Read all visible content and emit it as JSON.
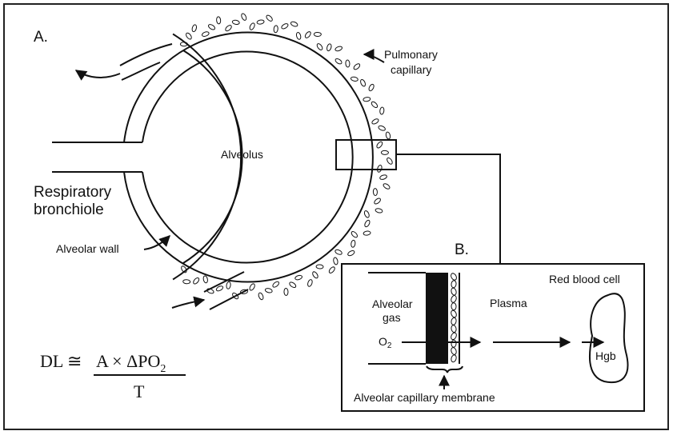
{
  "panel_a": {
    "label": "A.",
    "alveolus": "Alveolus",
    "bronchiole_line1": "Respiratory",
    "bronchiole_line2": "bronchiole",
    "capillary_line1": "Pulmonary",
    "capillary_line2": "capillary",
    "alveolar_wall": "Alveolar wall"
  },
  "panel_b": {
    "label": "B.",
    "alveolar_gas_line1": "Alveolar",
    "alveolar_gas_line2": "gas",
    "plasma": "Plasma",
    "red_blood_cell": "Red blood cell",
    "o2": "O",
    "o2_sub": "2",
    "hgb": "Hgb",
    "membrane": "Alveolar capillary membrane"
  },
  "equation": {
    "lhs": "DL ≅",
    "numerator": "A × ΔPO",
    "numerator_sub": "2",
    "denominator": "T"
  },
  "colors": {
    "ink": "#111111",
    "background": "#ffffff"
  }
}
